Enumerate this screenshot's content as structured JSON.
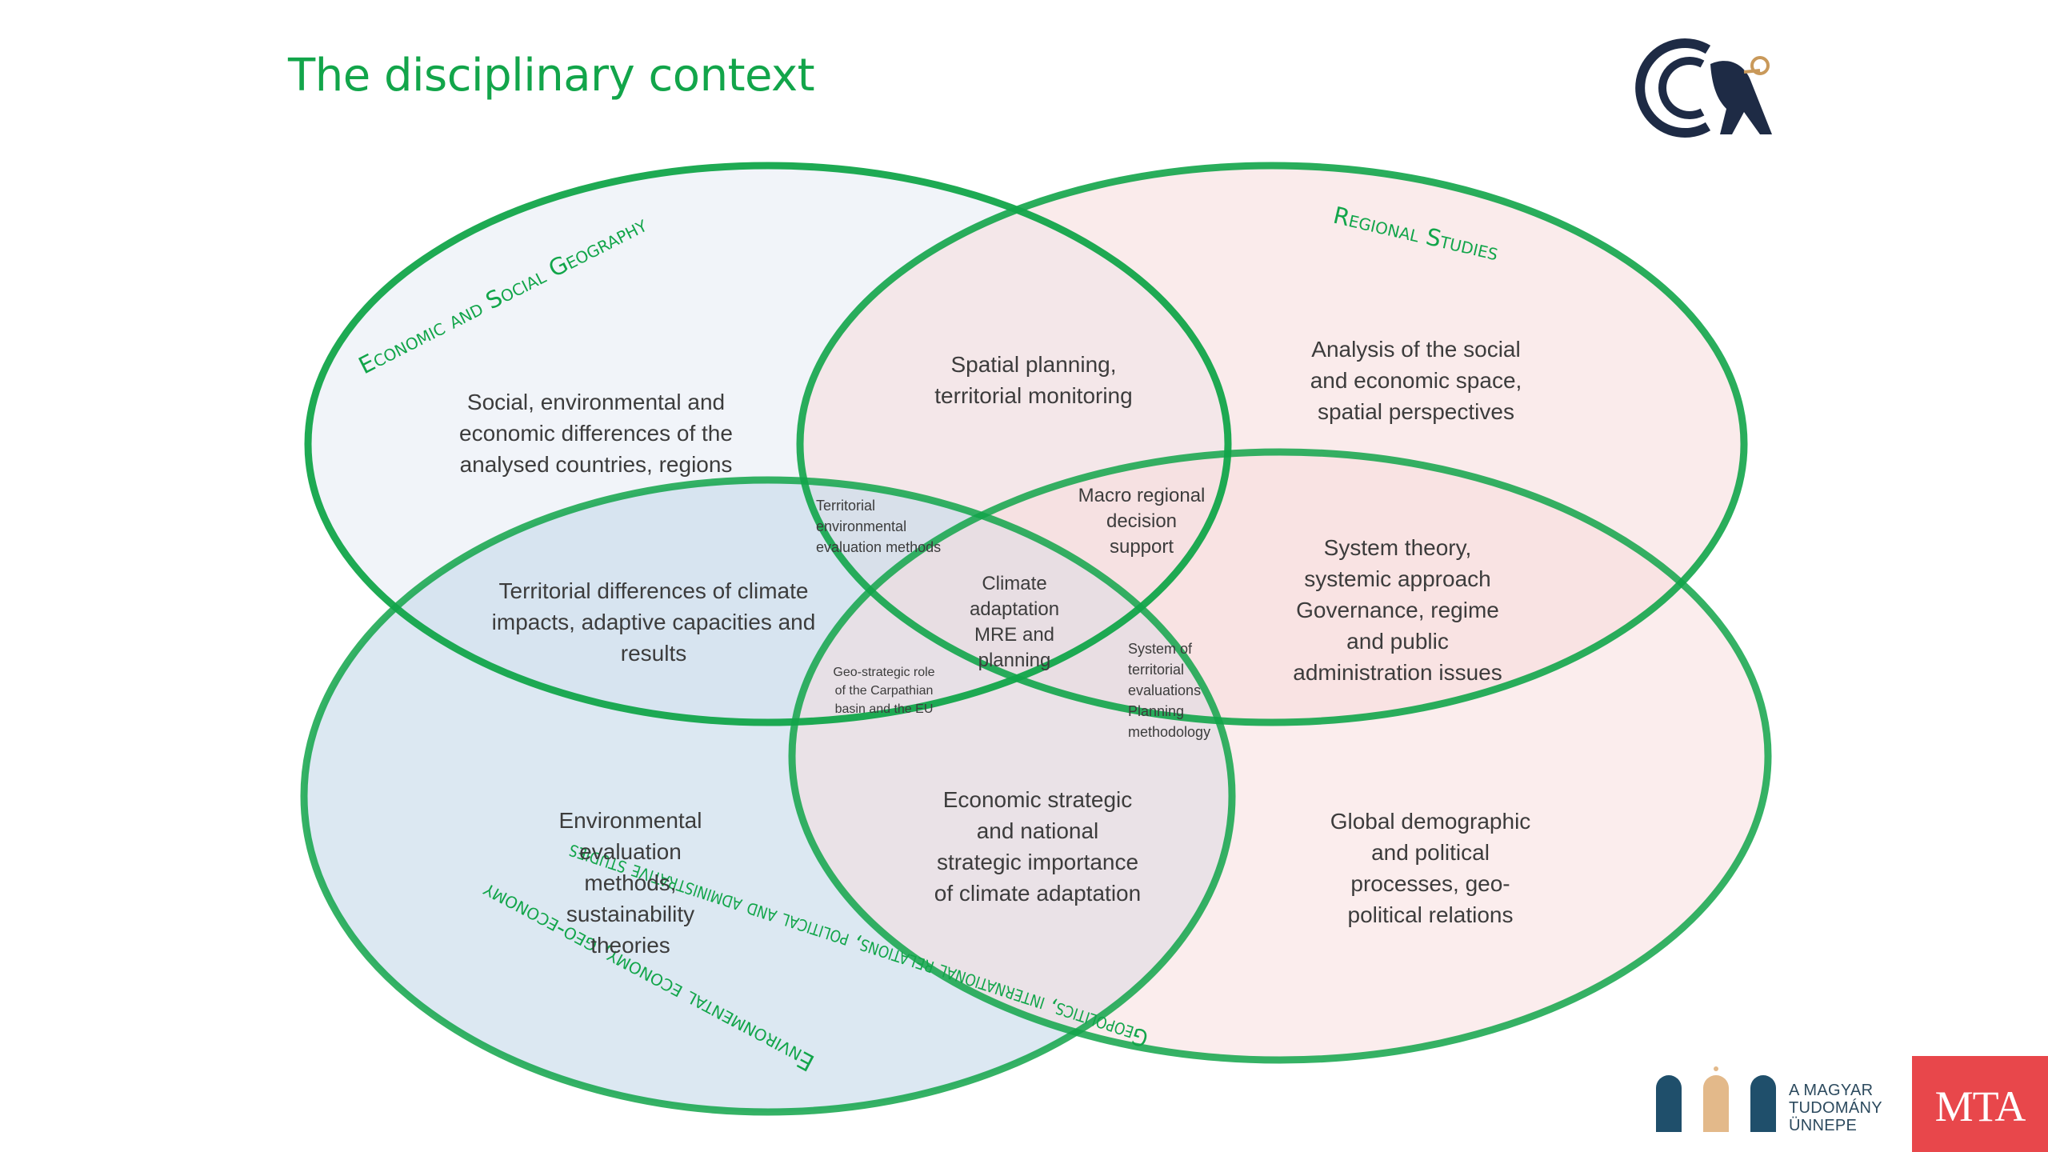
{
  "title": "The disciplinary context",
  "circles": {
    "economic_social_geography": "Economic and Social Geography",
    "regional_studies": "Regional Studies",
    "environmental_economy": "Environmental economy, geo-economy",
    "geopolitics": "Geopolitics, international relations, political and administrative studies"
  },
  "regions": {
    "geo_only": [
      "Social, environmental and",
      "economic differences of the",
      "analysed countries, regions"
    ],
    "regional_only": [
      "Analysis of the social",
      "and economic space,",
      "spatial perspectives"
    ],
    "geo_regional": [
      "Spatial planning,",
      "territorial monitoring"
    ],
    "geo_env": [
      "Territorial differences of climate",
      "impacts, adaptive capacities and",
      "results"
    ],
    "territorial_env_methods": [
      "Territorial",
      "environmental",
      "evaluation methods"
    ],
    "macro_regional": [
      "Macro regional",
      "decision",
      "support"
    ],
    "center": [
      "Climate",
      "adaptation",
      "MRE and",
      "planning"
    ],
    "geo_strategic": [
      "Geo-strategic role",
      "of the Carpathian",
      "basin and the EU"
    ],
    "system_territorial": [
      "System of",
      "territorial",
      "evaluations",
      "Planning",
      "methodology"
    ],
    "regional_geopolitics": [
      "System theory,",
      "systemic approach",
      "Governance, regime",
      "and public",
      "administration issues"
    ],
    "env_only": [
      "Environmental",
      "evaluation",
      "methods,",
      "sustainability",
      "theories"
    ],
    "env_geopolitics": [
      "Economic strategic",
      "and national",
      "strategic importance",
      "of climate adaptation"
    ],
    "geopolitics_only": [
      "Global demographic",
      "and political",
      "processes, geo-",
      "political relations"
    ]
  },
  "logos": {
    "amt_lines": [
      "A MAGYAR",
      "TUDOMÁNY",
      "ÜNNEPE"
    ],
    "mta": "MTA"
  },
  "colors": {
    "accent_green": "#12a54a",
    "mta_red": "#e8474b",
    "navy": "#1e2b45"
  }
}
